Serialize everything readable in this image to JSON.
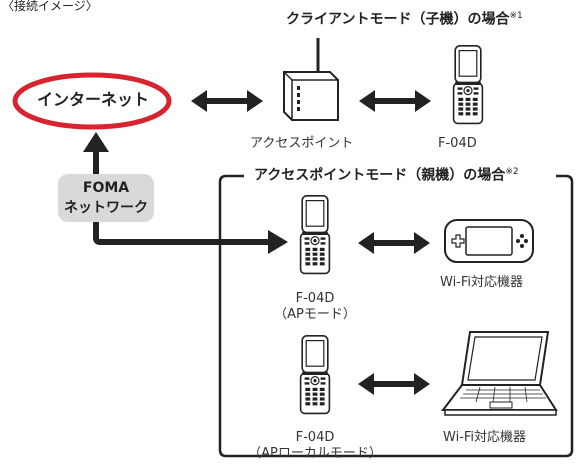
{
  "header": {
    "connection_image": "〈接続イメージ〉"
  },
  "client_mode": {
    "title": "クライアントモード（子機）の場合",
    "note_mark": "※1",
    "access_point_label": "アクセスポイント",
    "phone_label": "F-04D"
  },
  "internet": {
    "label": "インターネット"
  },
  "foma": {
    "line1": "FOMA",
    "line2": "ネットワーク"
  },
  "ap_mode": {
    "title": "アクセスポイントモード（親機）の場合",
    "note_mark": "※2",
    "phone1_line1": "F-04D",
    "phone1_line2": "（APモード）",
    "device1_label": "Wi-Fi対応機器",
    "phone2_line1": "F-04D",
    "phone2_line2": "（APローカルモード）",
    "device2_label": "Wi-Fi対応機器"
  },
  "colors": {
    "internet_ring": "#d8242f",
    "foma_box": "#d9d9d9",
    "lines": "#222222"
  },
  "icons": {
    "router": "wifi-router-icon",
    "phone": "flip-phone-icon",
    "game": "handheld-game-icon",
    "laptop": "laptop-icon"
  }
}
